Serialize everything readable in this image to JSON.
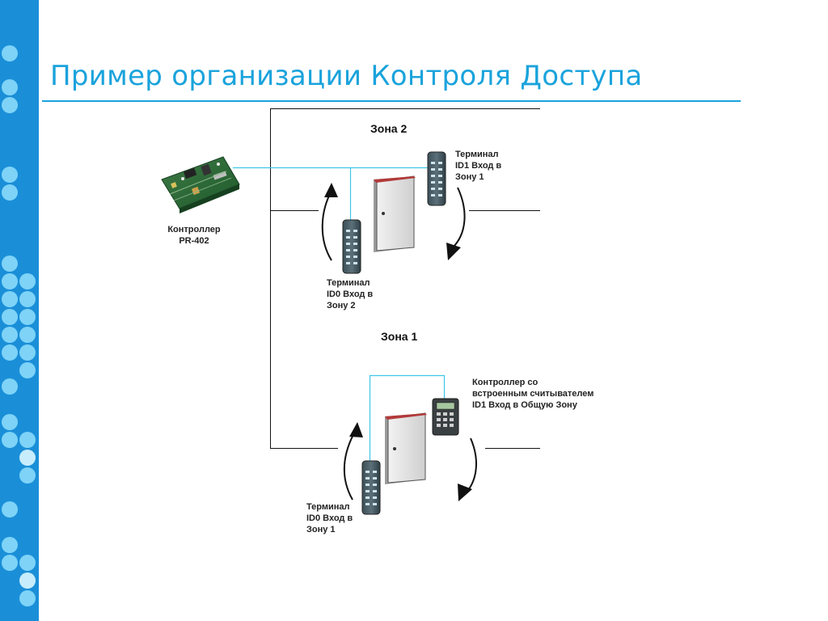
{
  "slide": {
    "title": "Пример организации Контроля Доступа"
  },
  "diagram": {
    "zones": {
      "zone2": "Зона 2",
      "zone1": "Зона 1"
    },
    "labels": {
      "controller_pr402": "Контроллер\nPR-402",
      "terminal_id1_zone1": "Терминал\nID1 Вход в\nЗону 1",
      "terminal_id0_zone2": "Терминал\nID0 Вход в\nЗону 2",
      "controller_builtin": "Контроллер со\nвстроенным считывателем\nID1 Вход в Общую Зону",
      "terminal_id0_zone1": "Терминал\nID0 Вход в\nЗону 1"
    }
  },
  "colors": {
    "accent": "#1aa3dc",
    "sidebar": "#1a8fd8",
    "wire": "#3fc6e8"
  }
}
